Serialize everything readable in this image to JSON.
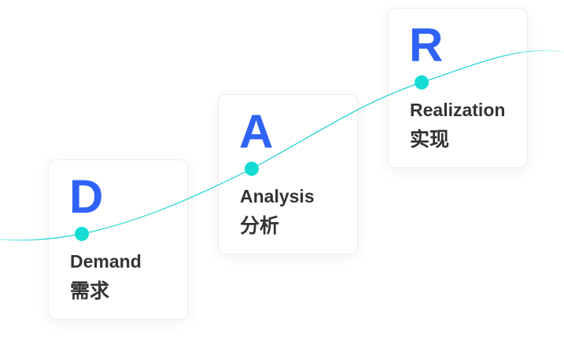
{
  "stages": [
    {
      "letter": "D",
      "title_en": "Demand",
      "title_zh": "需求"
    },
    {
      "letter": "A",
      "title_en": "Analysis",
      "title_zh": "分析"
    },
    {
      "letter": "R",
      "title_en": "Realization",
      "title_zh": "实现"
    }
  ],
  "colors": {
    "letter": "#2f63f6",
    "text": "#333333",
    "curve": "#16d4d0",
    "dot": "#14dcd4"
  }
}
